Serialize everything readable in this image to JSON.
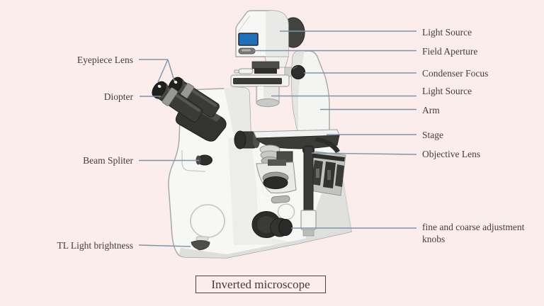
{
  "background_color": "#fbedeb",
  "accent_colors": {
    "leader_line": "#8093ac",
    "label_text": "#453c3e",
    "caption_border": "#4a4243",
    "screen_blue": "#1f6fbd"
  },
  "labels": {
    "left": [
      {
        "text": "Eyepiece Lens"
      },
      {
        "text": "Diopter"
      },
      {
        "text": "Beam Spliter"
      },
      {
        "text": "TL Light brightness"
      }
    ],
    "right": [
      {
        "text": "Light Source"
      },
      {
        "text": "Field Aperture"
      },
      {
        "text": "Condenser Focus"
      },
      {
        "text": "Light Source"
      },
      {
        "text": "Arm"
      },
      {
        "text": "Stage"
      },
      {
        "text": "Objective Lens"
      },
      {
        "text": "fine and coarse adjustment knobs"
      }
    ]
  },
  "caption": {
    "text": "Inverted microscope"
  }
}
